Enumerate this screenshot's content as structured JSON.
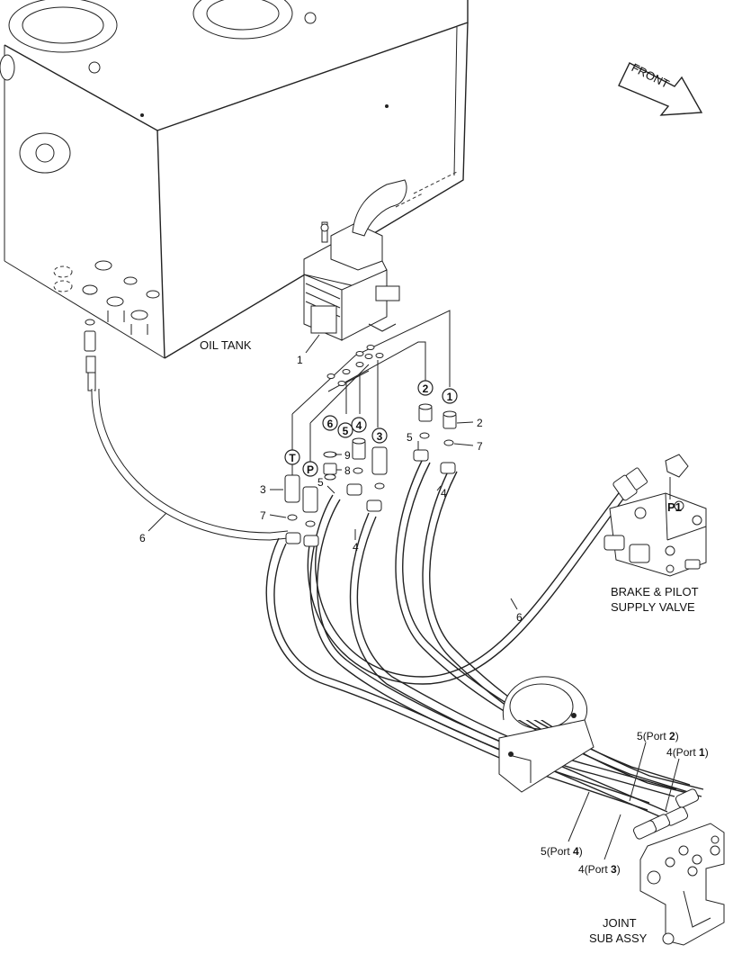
{
  "labels": {
    "oil_tank": "OIL TANK",
    "front": "FRONT",
    "brake_valve_line1": "BRAKE & PILOT",
    "brake_valve_line2": "SUPPLY VALVE",
    "port_p1": "P1",
    "joint_line1": "JOINT",
    "joint_line2": "SUB ASSY"
  },
  "port_markers": {
    "T": "T",
    "P": "P",
    "1": "1",
    "2": "2",
    "3": "3",
    "4": "4",
    "5": "5",
    "6": "6"
  },
  "part_numbers": {
    "joystick": "1",
    "n2": "2",
    "n3": "3",
    "n4_right": "4",
    "n4_mid": "4",
    "n5_right": "5",
    "n5_left": "5",
    "n6_left": "6",
    "n6_right": "6",
    "n7_right": "7",
    "n7_left": "7",
    "n8": "8",
    "n9": "9"
  },
  "port_callouts": {
    "c1_num": "5",
    "c1_text": "(Port ",
    "c1_port": "2",
    "c2_num": "4",
    "c2_text": "(Port ",
    "c2_port": "1",
    "c3_num": "5",
    "c3_text": "(Port ",
    "c3_port": "4",
    "c4_num": "4",
    "c4_text": "(Port ",
    "c4_port": "3",
    "close": ")"
  }
}
